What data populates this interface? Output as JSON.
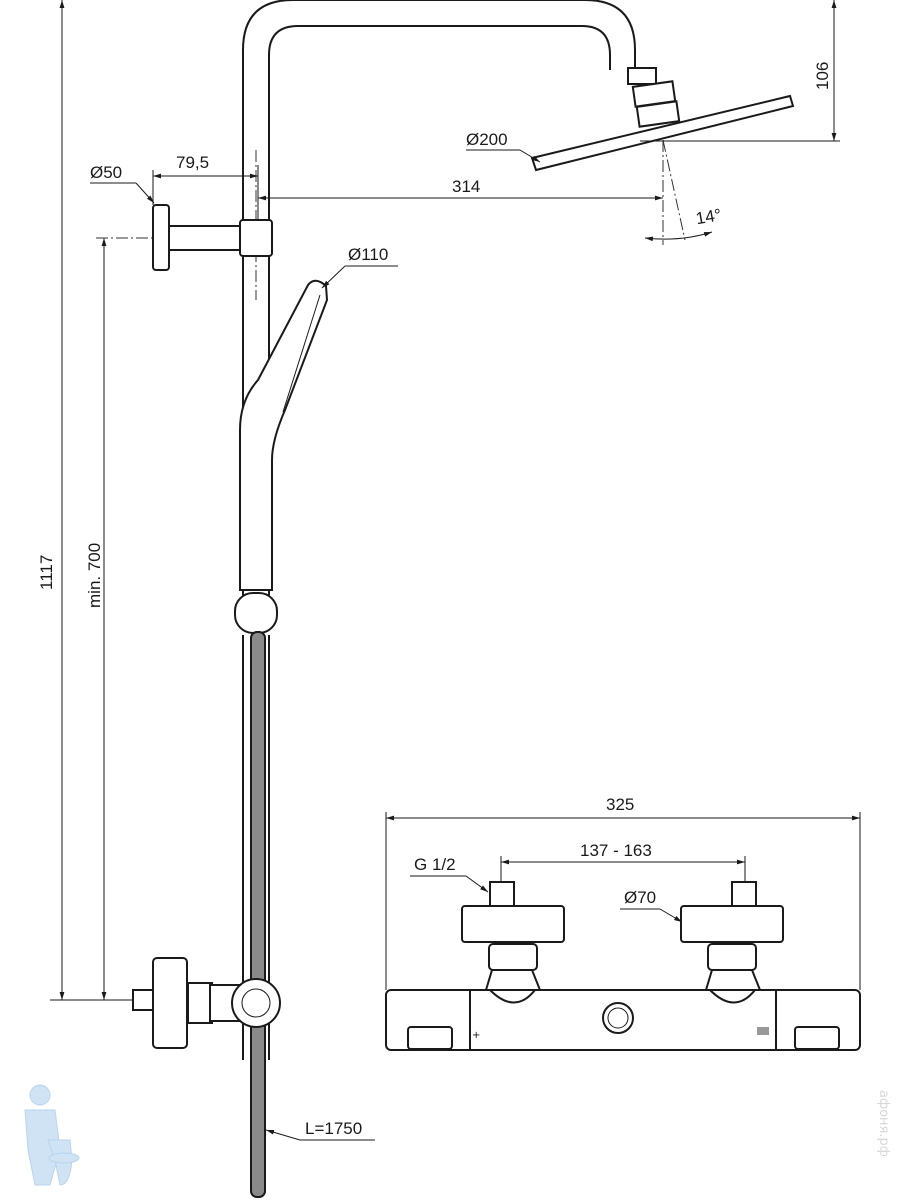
{
  "dimensions": {
    "head_drop": "106",
    "head_diameter": "Ø200",
    "arm_reach": "314",
    "head_angle": "14°",
    "wall_flange_diameter": "Ø50",
    "bracket_offset": "79,5",
    "hand_shower_diameter": "Ø110",
    "total_height": "1117",
    "min_spacing": "min. 700",
    "hose_length": "L=1750",
    "mixer_width": "325",
    "thread_size": "G 1/2",
    "inlet_spacing": "137 - 163",
    "rosette_diameter": "Ø70"
  },
  "watermark": {
    "text": "афоня.рф"
  },
  "colors": {
    "line": "#1a1a1a",
    "hose": "#8a8a8a",
    "logo": "#cfe3f5"
  }
}
